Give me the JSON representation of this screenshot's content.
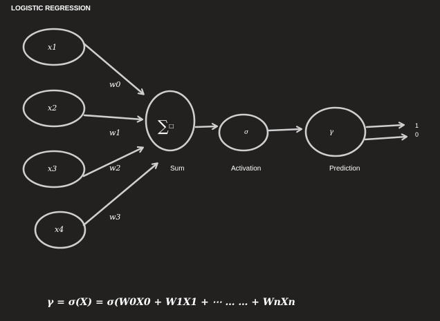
{
  "title": "LOGISTIC REGRESSION",
  "inputs": [
    {
      "label": "x1"
    },
    {
      "label": "x2"
    },
    {
      "label": "x3"
    },
    {
      "label": "x4"
    }
  ],
  "weights": [
    "w0",
    "w1",
    "w2",
    "w3"
  ],
  "sum": {
    "symbol": "∑",
    "box": "□",
    "caption": "Sum"
  },
  "activation": {
    "symbol": "σ",
    "caption": "Activation"
  },
  "prediction": {
    "symbol": "γ",
    "caption": "Prediction"
  },
  "outputs": [
    "1",
    "0"
  ],
  "formula": "γ = σ(X) =  σ(W0X0 +  W1X1 + ⋯ … … + WnXn",
  "colors": {
    "background": "#222120",
    "stroke": "#cfcfcf",
    "text": "#ffffff"
  }
}
